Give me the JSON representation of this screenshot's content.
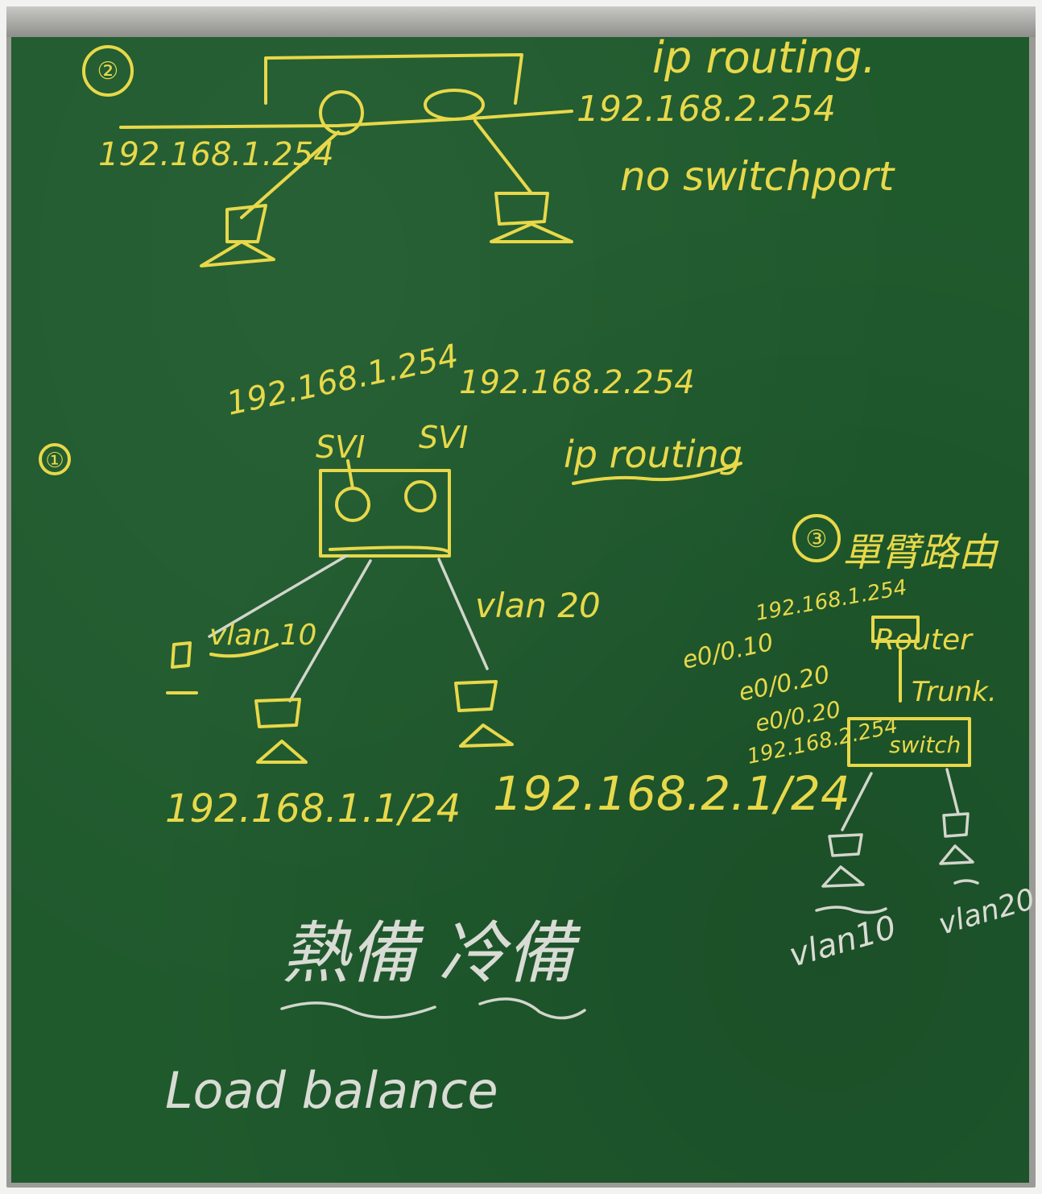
{
  "section2": {
    "marker": "②",
    "ip_routing": "ip routing.",
    "left_ip": "192.168.1.254",
    "right_ip": "192.168.2.254",
    "no_switchport": "no switchport"
  },
  "section1": {
    "marker": "①",
    "ip_left": "192.168.1.254",
    "ip_right": "192.168.2.254",
    "svi_left": "SVI",
    "svi_right": "SVI",
    "ip_routing": "ip routing",
    "vlan10": "vlan 10",
    "vlan20": "vlan 20",
    "host1_ip": "192.168.1.1/24",
    "host2_ip": "192.168.2.1/24"
  },
  "section3": {
    "marker": "③",
    "title": "單臂路由",
    "ip1": "192.168.1.254",
    "if1": "e0/0.10",
    "if2": "e0/0.20",
    "ip2": "192.168.2.254",
    "router": "Router",
    "trunk": "Trunk.",
    "switch": "switch",
    "vlan10": "vlan10",
    "vlan20": "vlan20"
  },
  "bottom": {
    "hot_cold": "熱備 冷備",
    "load_balance": "Load balance"
  },
  "colors": {
    "board": "#1f5a2d",
    "yellow_chalk": "#e8d84a",
    "white_chalk": "#d9dcd4"
  }
}
